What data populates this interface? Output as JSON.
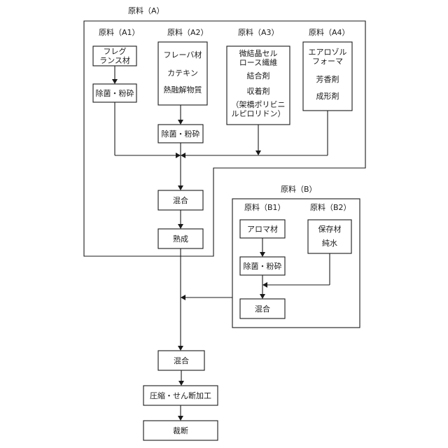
{
  "group_a": {
    "label": "原料（A）",
    "a1": {
      "label": "原料（A1）",
      "box": [
        "フレグ",
        "ランス材"
      ],
      "process": "除菌・粉砕"
    },
    "a2": {
      "label": "原料（A2）",
      "box": [
        "フレーバ材",
        "カテキン",
        "熱融解物質"
      ],
      "process": "除菌・粉砕"
    },
    "a3": {
      "label": "原料（A3）",
      "box": [
        "微結晶セル",
        "ロース繊維",
        "結合剤",
        "収着剤",
        "（架橋ポリビニ",
        "ルピロリドン）"
      ]
    },
    "a4": {
      "label": "原料（A4）",
      "box": [
        "エアロゾル",
        "フォーマ",
        "芳香剤",
        "成形剤"
      ]
    },
    "mix": "混合",
    "age": "熟成"
  },
  "group_b": {
    "label": "原料（B）",
    "b1": {
      "label": "原料（B1）",
      "box": "アロマ材",
      "process": "除菌・粉砕"
    },
    "b2": {
      "label": "原料（B2）",
      "box": [
        "保存材",
        "純水"
      ]
    },
    "mix": "混合"
  },
  "final": {
    "mix": "混合",
    "compress": "圧縮・せん断加工",
    "cut": "裁断"
  }
}
